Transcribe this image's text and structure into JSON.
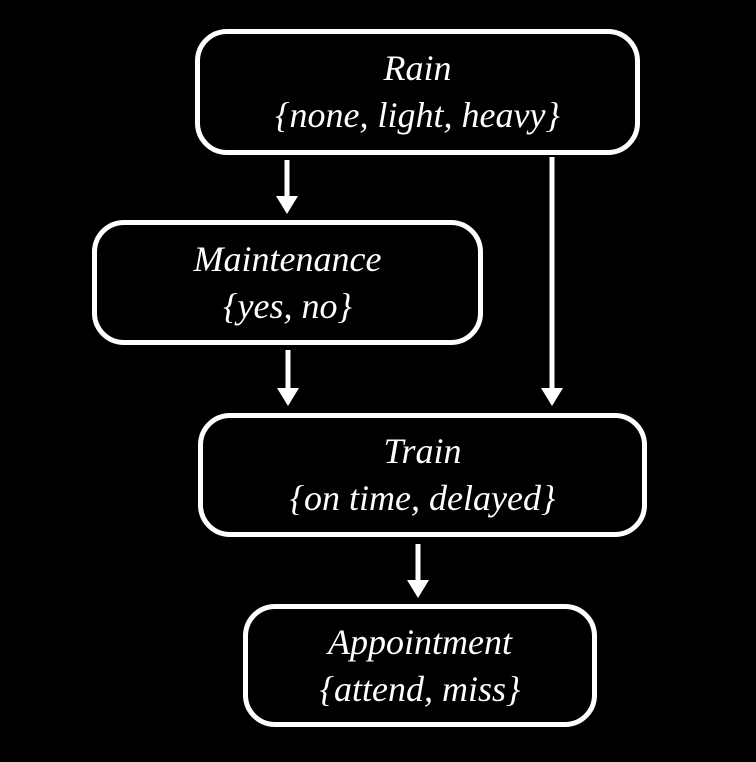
{
  "diagram": {
    "kind": "bayesian-network",
    "colors": {
      "background": "#000000",
      "node_border": "#ffffff",
      "text": "#ffffff",
      "arrow": "#ffffff"
    }
  },
  "nodes": {
    "rain": {
      "label": "Rain",
      "values": "{none, light, heavy}"
    },
    "maintenance": {
      "label": "Maintenance",
      "values": "{yes, no}"
    },
    "train": {
      "label": "Train",
      "values": "{on time, delayed}"
    },
    "appointment": {
      "label": "Appointment",
      "values": "{attend, miss}"
    }
  },
  "edges": [
    {
      "from": "Rain",
      "to": "Maintenance"
    },
    {
      "from": "Rain",
      "to": "Train"
    },
    {
      "from": "Maintenance",
      "to": "Train"
    },
    {
      "from": "Train",
      "to": "Appointment"
    }
  ]
}
